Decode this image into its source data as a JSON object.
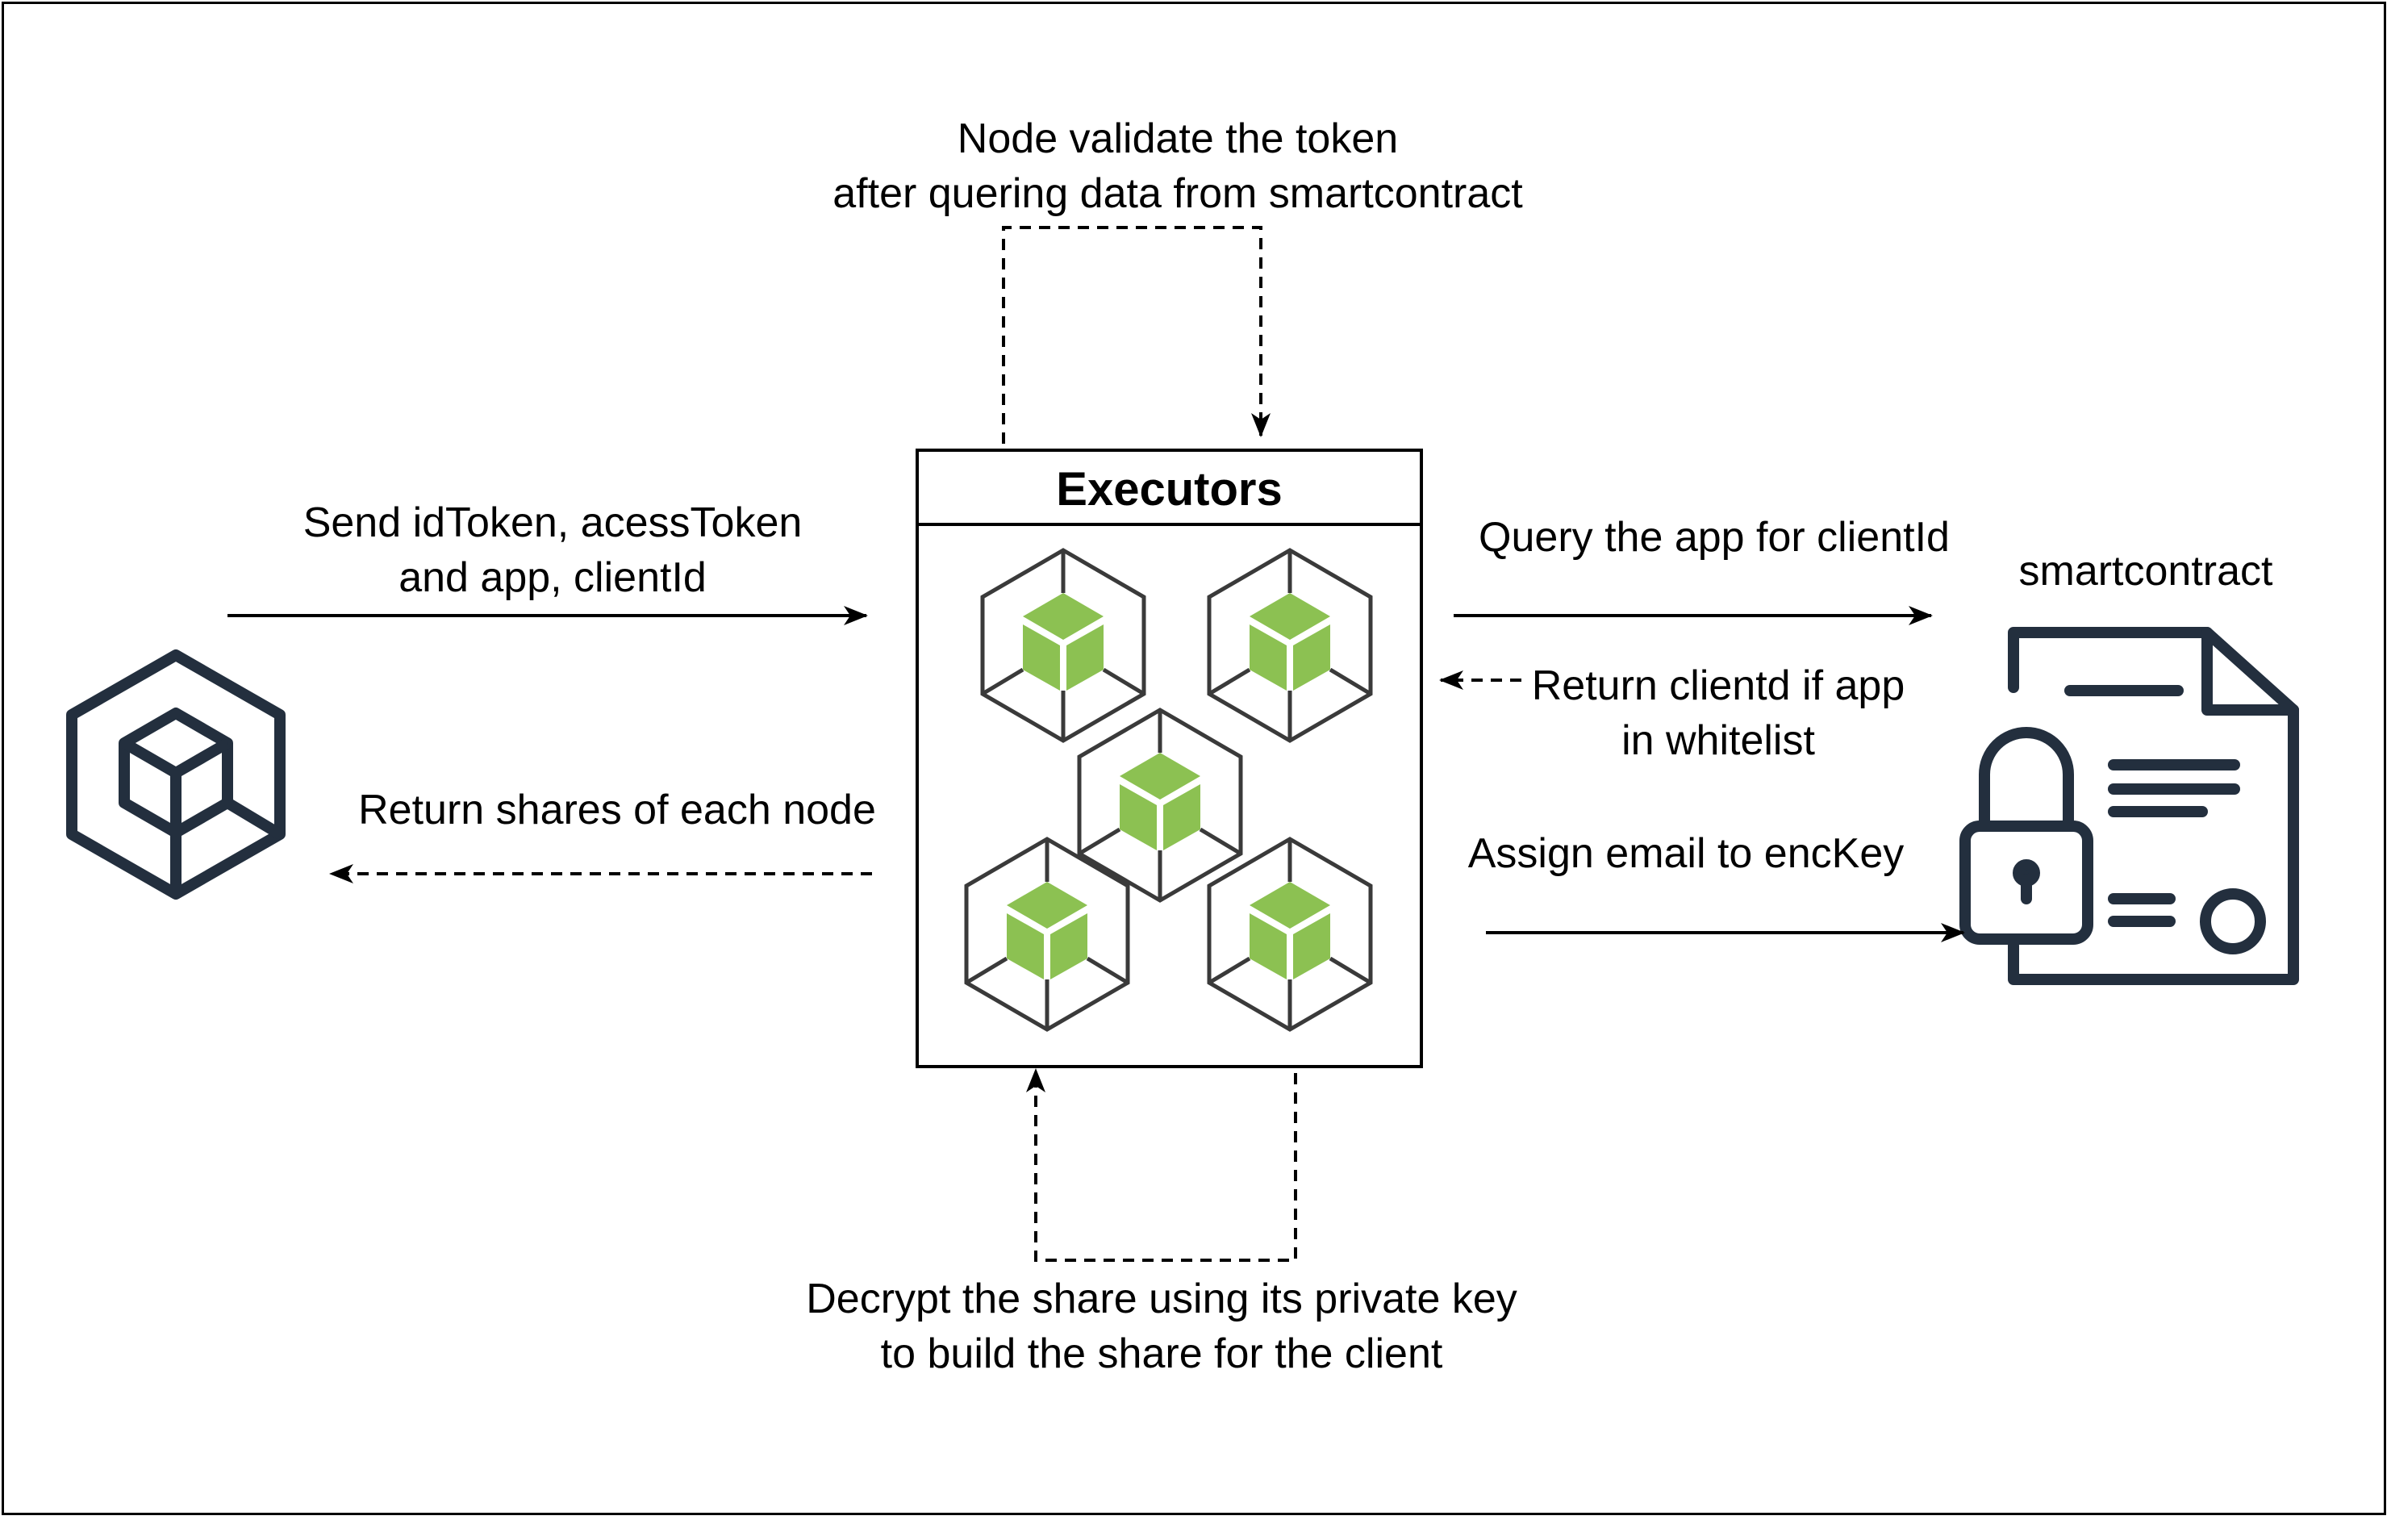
{
  "executors": {
    "title": "Executors"
  },
  "smartcontract": {
    "title": "smartcontract"
  },
  "labels": {
    "top_loop_line1": "Node validate the token",
    "top_loop_line2": "after quering data from smartcontract",
    "send_line1": "Send idToken, acessToken",
    "send_line2": "and app, clientId",
    "return_shares": "Return shares of each node",
    "query_app": "Query the app for clientId",
    "return_client_line1": "Return clientd if app",
    "return_client_line2": "in whitelist",
    "assign_email": "Assign email to encKey",
    "bottom_loop_line1": "Decrypt the share using its private key",
    "bottom_loop_line2": "to build the share for the client"
  },
  "icons": {
    "client": "client-cube-icon",
    "node": "node-cube-icon",
    "contract": "locked-document-icon"
  },
  "colors": {
    "node_green": "#8cc152",
    "node_outline": "#3a3a3a",
    "icon_dark": "#232f3e"
  }
}
